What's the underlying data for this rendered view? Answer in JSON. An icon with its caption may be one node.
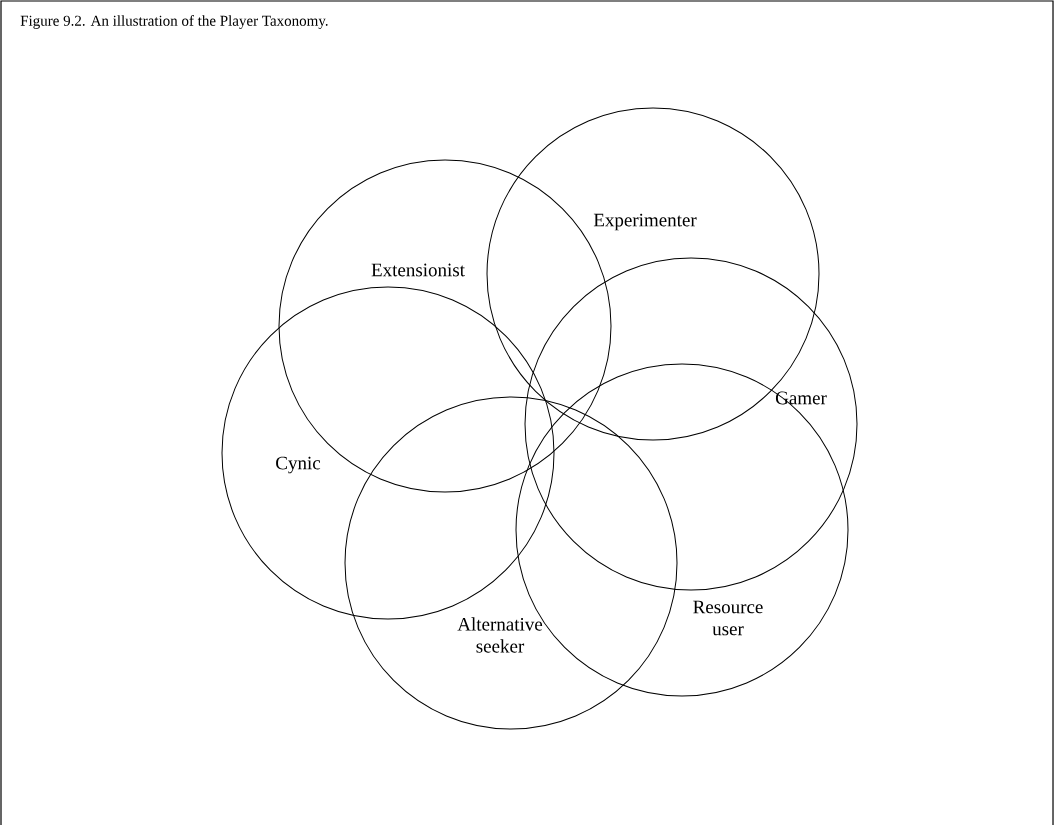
{
  "diagram": {
    "caption": "Figure 9.2. An illustration of the Player Taxonomy.",
    "nodes": [
      {
        "text": [
          "Extensionist"
        ]
      },
      {
        "text": [
          "Experimenter"
        ]
      },
      {
        "text": [
          "Gamer"
        ]
      },
      {
        "text": [
          "Resource user"
        ]
      },
      {
        "text": [
          "Alternative seeker"
        ]
      },
      {
        "text": [
          "Cynic"
        ]
      }
    ]
  }
}
